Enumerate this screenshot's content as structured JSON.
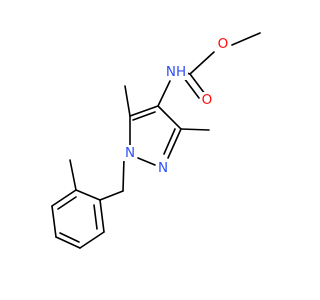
{
  "molecule": {
    "atoms": {
      "carbonyl_o": {
        "label": "O",
        "color": "#ff0d0d"
      },
      "ester_o": {
        "label": "O",
        "color": "#ff0d0d"
      },
      "amide_n": {
        "label": "NH",
        "color": "#3050f8"
      },
      "ring_n1": {
        "label": "N",
        "color": "#3050f8"
      },
      "ring_n2": {
        "label": "N",
        "color": "#3050f8"
      }
    }
  }
}
